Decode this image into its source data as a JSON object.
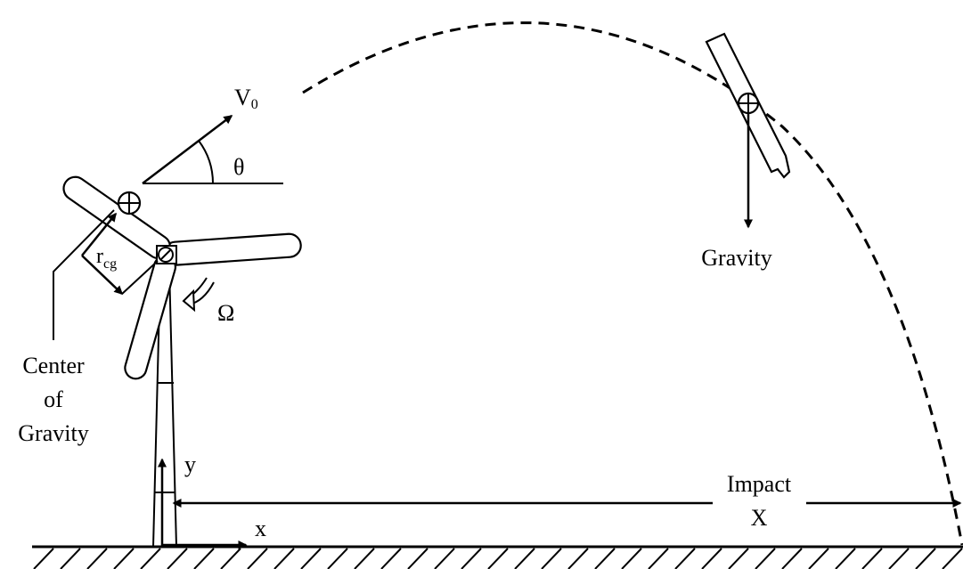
{
  "labels": {
    "v0_main": "V",
    "v0_sub": "0",
    "theta": "θ",
    "r_main": "r",
    "r_sub": "cg",
    "omega": "Ω",
    "cog_line1": "Center",
    "cog_line2": "of",
    "cog_line3": "Gravity",
    "gravity": "Gravity",
    "impact_line1": "Impact",
    "impact_line2": "X",
    "axis_y": "y",
    "axis_x": "x"
  }
}
